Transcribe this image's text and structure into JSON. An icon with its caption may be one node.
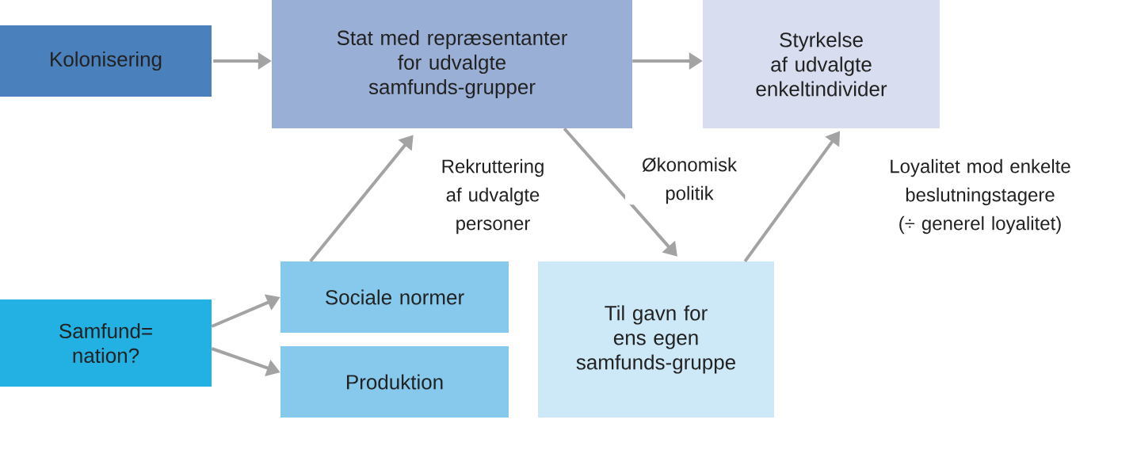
{
  "diagram": {
    "nodes": [
      {
        "text": [
          "Kolonisering"
        ]
      },
      {
        "text": [
          "Stat med repræsentanter for udvalgte samfunds-grupper"
        ]
      },
      {
        "text": [
          "Styrkelse af udvalgte enkeltindivider"
        ]
      },
      {
        "text": [
          "Samfund= nation?"
        ]
      },
      {
        "text": [
          "Sociale normer"
        ]
      },
      {
        "text": [
          "Produktion"
        ]
      },
      {
        "text": [
          "Til gavn for ens egen samfunds-gruppe"
        ]
      }
    ],
    "edges": [
      {
        "from": 0,
        "to": 1,
        "arrow": "to"
      },
      {
        "from": 1,
        "to": 2,
        "arrow": "to"
      },
      {
        "from": 3,
        "to": 4,
        "arrow": "to"
      },
      {
        "from": 3,
        "to": 5,
        "arrow": "to"
      },
      {
        "from": 4,
        "to": 1,
        "arrow": "to",
        "label": "Rekruttering af udvalgte personer"
      },
      {
        "from": 1,
        "to": 6,
        "arrow": "to",
        "label": "Økonomisk politik"
      },
      {
        "from": 6,
        "to": 2,
        "arrow": "to",
        "label": "Loyalitet mod enkelte beslutningstagere (÷ generel loyalitet)"
      }
    ]
  }
}
